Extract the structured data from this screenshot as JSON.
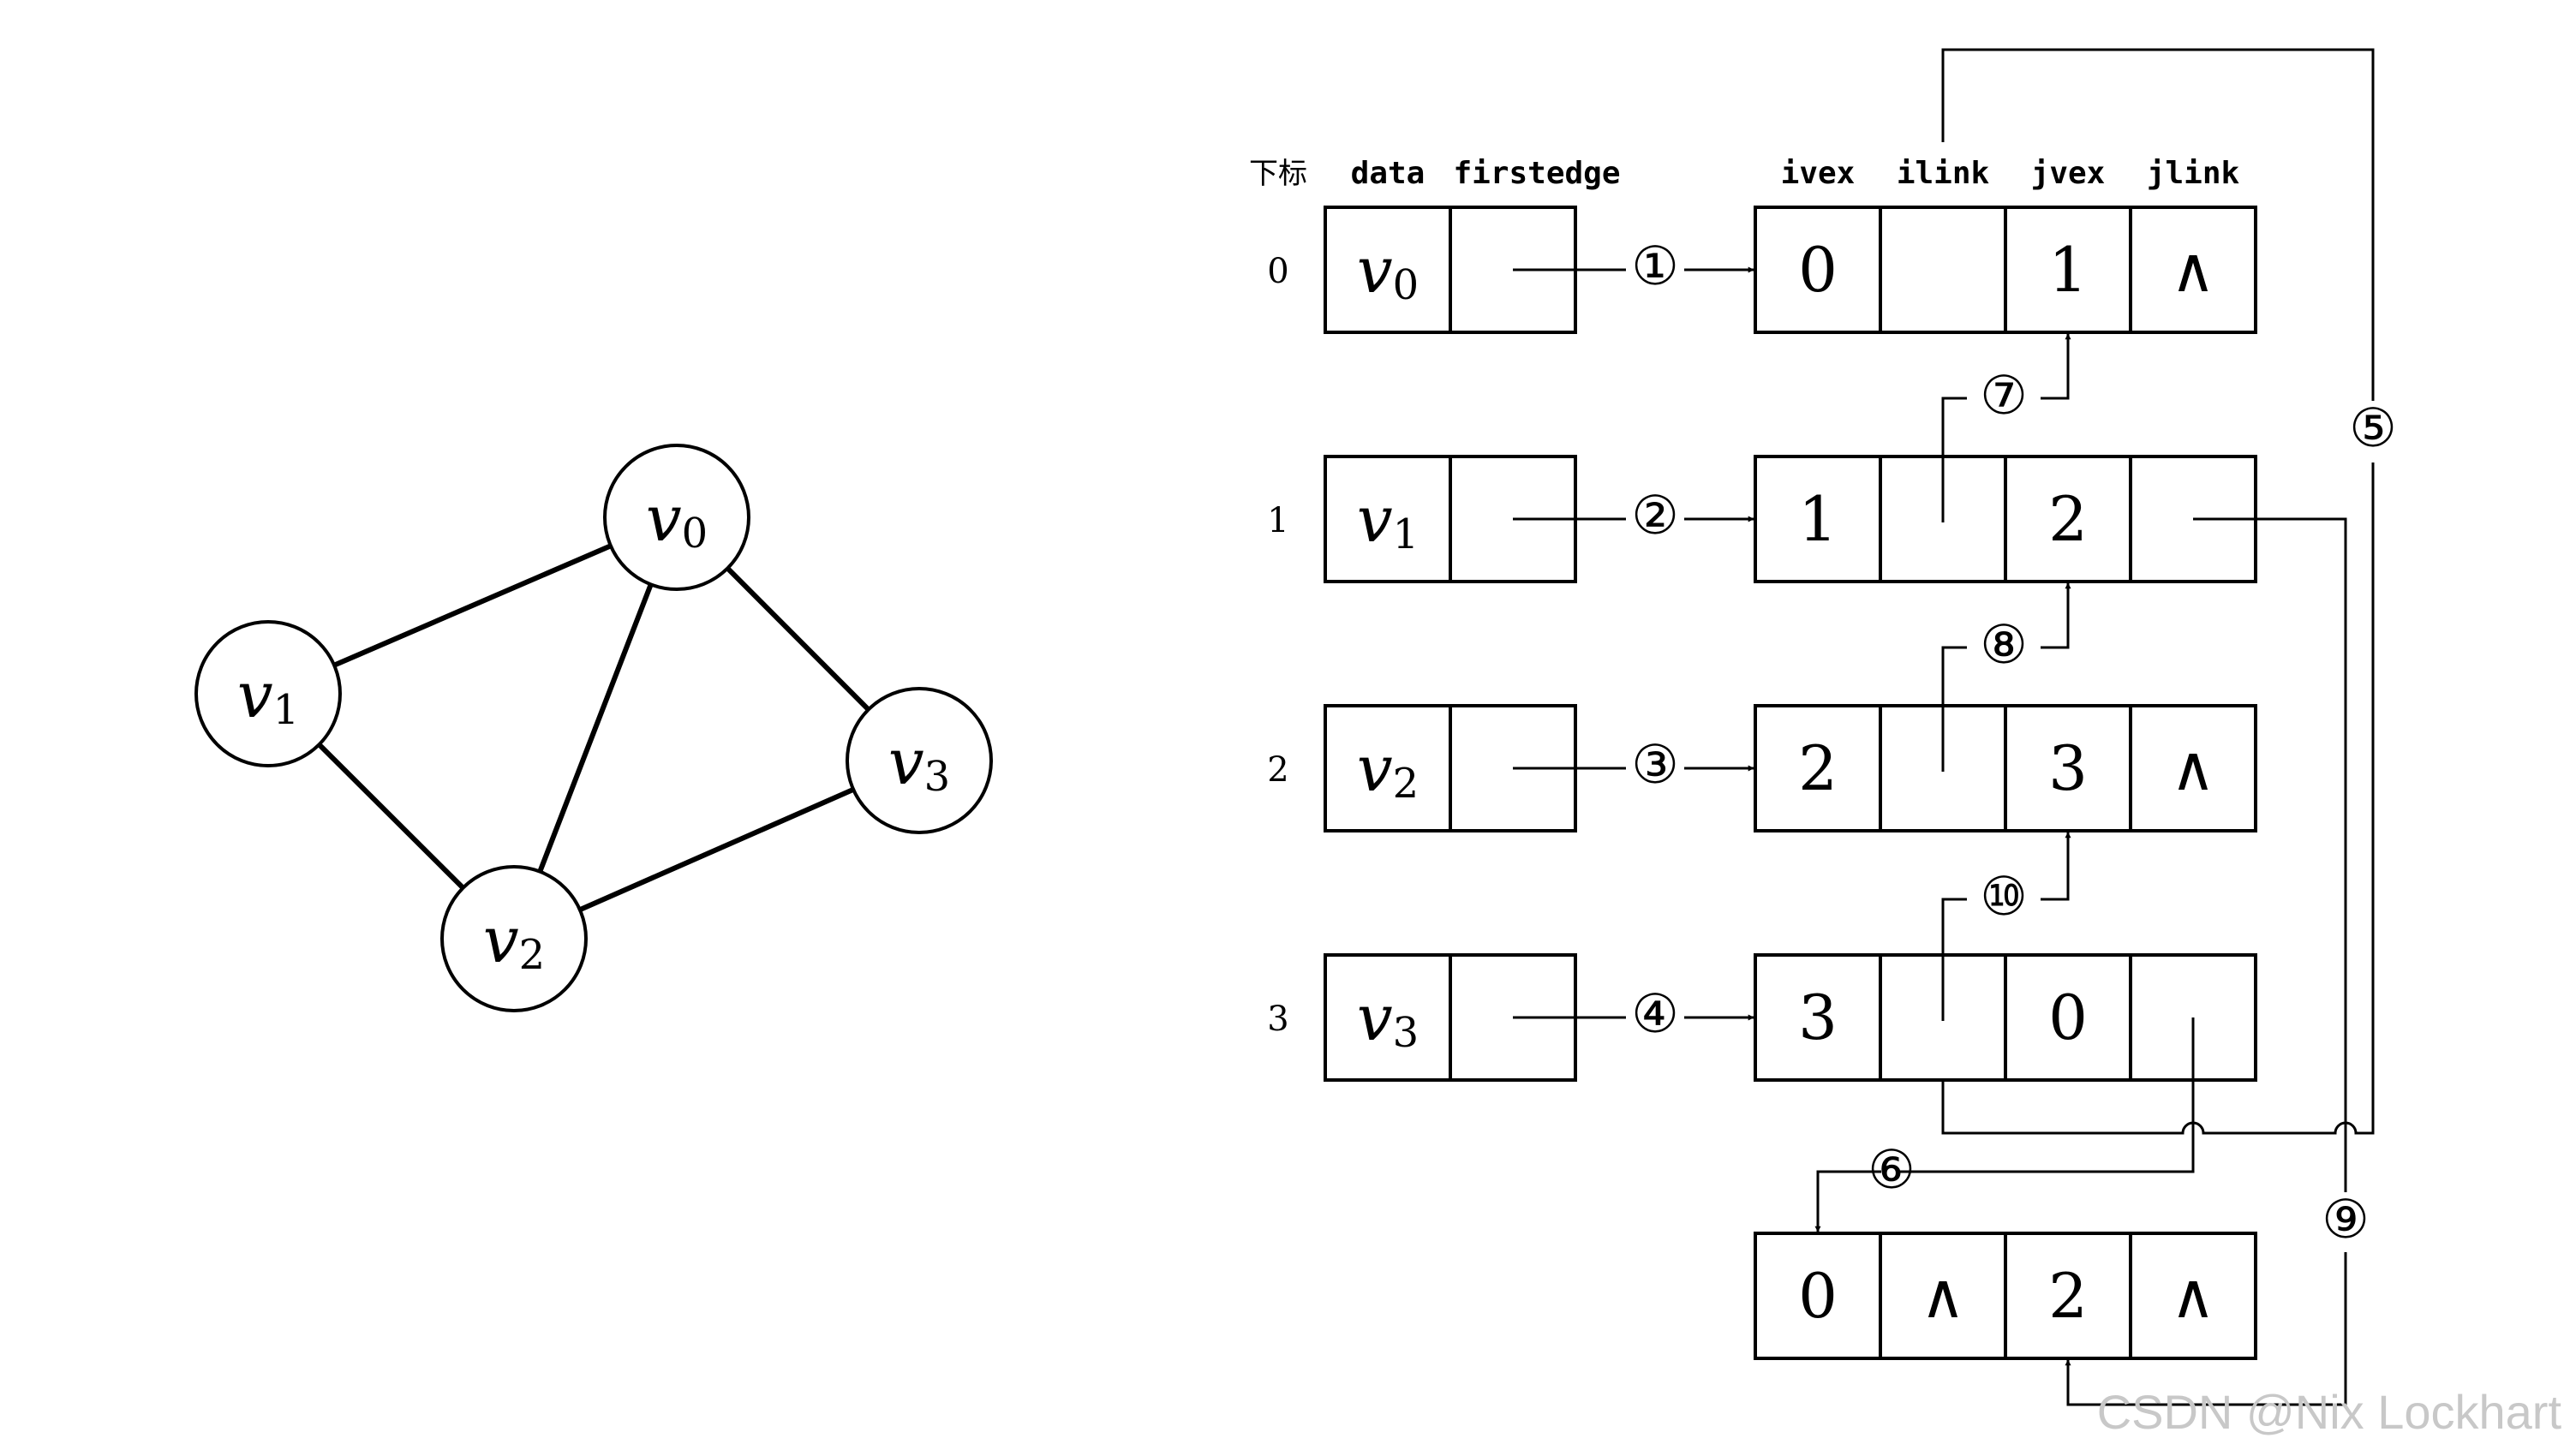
{
  "graph": {
    "nodes": [
      {
        "name": "v",
        "subscript": "0"
      },
      {
        "name": "v",
        "subscript": "1"
      },
      {
        "name": "v",
        "subscript": "2"
      },
      {
        "name": "v",
        "subscript": "3"
      }
    ],
    "edges": [
      [
        "0",
        "1"
      ],
      [
        "0",
        "2"
      ],
      [
        "0",
        "3"
      ],
      [
        "1",
        "2"
      ],
      [
        "2",
        "3"
      ]
    ]
  },
  "headers": {
    "index": "下标",
    "data": "data",
    "firstedge": "firstedge",
    "ivex": "ivex",
    "ilink": "ilink",
    "jvex": "jvex",
    "jlink": "jlink"
  },
  "vertex_table": [
    {
      "index": "0",
      "name": "v",
      "subscript": "0"
    },
    {
      "index": "1",
      "name": "v",
      "subscript": "1"
    },
    {
      "index": "2",
      "name": "v",
      "subscript": "2"
    },
    {
      "index": "3",
      "name": "v",
      "subscript": "3"
    }
  ],
  "edge_nodes": [
    {
      "ivex": "0",
      "ilink": "",
      "jvex": "1",
      "jlink": "∧"
    },
    {
      "ivex": "1",
      "ilink": "",
      "jvex": "2",
      "jlink": ""
    },
    {
      "ivex": "2",
      "ilink": "",
      "jvex": "3",
      "jlink": "∧"
    },
    {
      "ivex": "3",
      "ilink": "",
      "jvex": "0",
      "jlink": ""
    },
    {
      "ivex": "0",
      "ilink": "∧",
      "jvex": "2",
      "jlink": "∧"
    }
  ],
  "link_labels": [
    "①",
    "②",
    "③",
    "④",
    "⑤",
    "⑥",
    "⑦",
    "⑧",
    "⑨",
    "⑩"
  ],
  "watermark": "CSDN @Nix Lockhart"
}
